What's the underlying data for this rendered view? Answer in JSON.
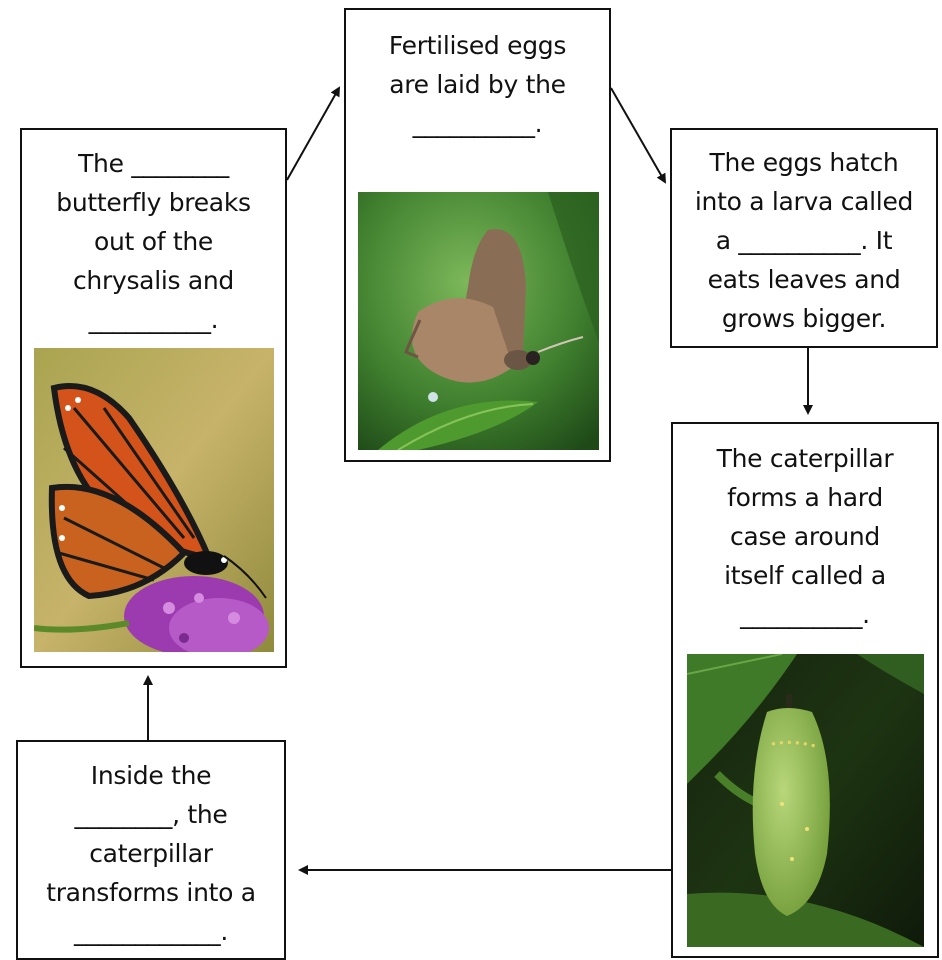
{
  "cards": [
    {
      "id": "eggs",
      "text": "Fertilised eggs\nare laid by the\n__________."
    },
    {
      "id": "larva",
      "text": "The eggs hatch\ninto a larva called\na __________. It\neats leaves and\ngrows bigger."
    },
    {
      "id": "chrysalis",
      "text": "The caterpillar\nforms a hard\ncase around\nitself called a\n__________."
    },
    {
      "id": "transform",
      "text": "Inside the\n________, the\ncaterpillar\ntransforms into a\n____________."
    },
    {
      "id": "adult",
      "text": "The ________\nbutterfly breaks\nout of the\nchrysalis and\n__________."
    }
  ],
  "photos": {
    "eggs": "brown-butterfly-laying-eggs-on-leaf",
    "adult": "monarch-butterfly-on-purple-flower",
    "chrysalis": "green-chrysalis-hanging-from-leaf"
  },
  "colors": {
    "border": "#111111",
    "leaf_green": "#3f8a2a",
    "monarch_orange": "#d3531a",
    "flower_purple": "#9c3bb0",
    "chrysalis_green": "#8fbc4a"
  }
}
